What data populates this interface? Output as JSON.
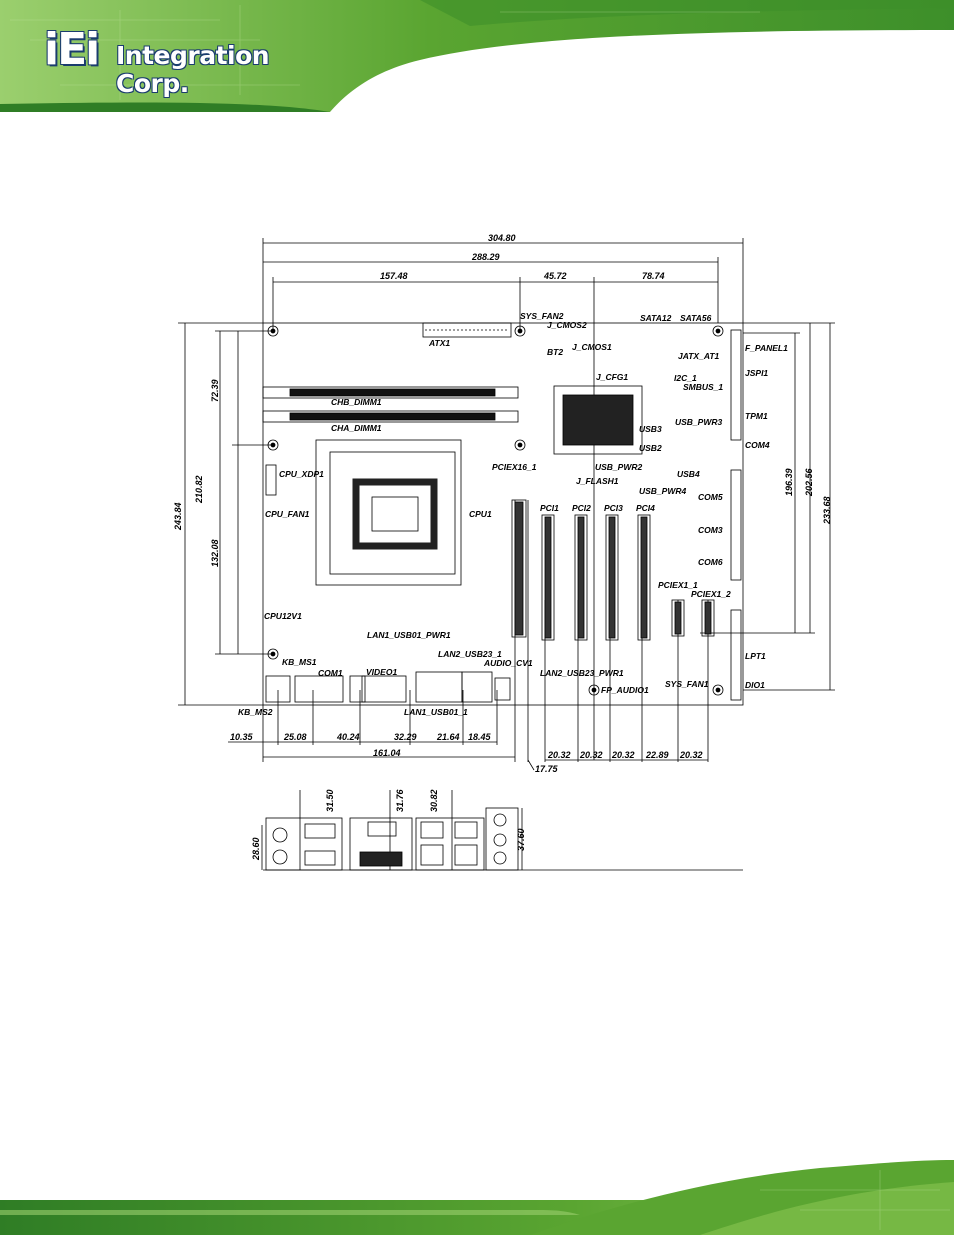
{
  "brand": {
    "logo_mark": "iEi",
    "logo_text": "Integration Corp.",
    "colors": {
      "green": "#5aa531",
      "dark_green": "#2f7d25",
      "navy": "#1a3c6e"
    }
  },
  "dimensions": {
    "top": [
      "304.80",
      "288.29",
      "157.48",
      "45.72",
      "78.74"
    ],
    "left": [
      "243.84",
      "210.82",
      "72.39",
      "132.08"
    ],
    "right": [
      "196.39",
      "202.56",
      "233.68"
    ],
    "bottom_row": [
      "10.35",
      "25.08",
      "40.24",
      "32.29",
      "21.64",
      "18.45"
    ],
    "bottom_slots": [
      "20.32",
      "20.32",
      "20.32",
      "22.89",
      "20.32"
    ],
    "bottom_total": "161.04",
    "bottom_pcie": "17.75",
    "io_panel": [
      "28.60",
      "31.50",
      "31.76",
      "30.82",
      "37.60"
    ]
  },
  "labels": {
    "sys_fan2": "SYS_FAN2",
    "j_cmos2": "J_CMOS2",
    "bt2": "BT2",
    "j_cmos1": "J_CMOS1",
    "sata12": "SATA12",
    "sata56": "SATA56",
    "atx1": "ATX1",
    "f_panel1": "F_PANEL1",
    "jatx_at1": "JATX_AT1",
    "i2c_1": "I2C_1",
    "jspi1": "JSPI1",
    "smbus_1": "SMBUS_1",
    "j_cfg1": "J_CFG1",
    "chb_dimm1": "CHB_DIMM1",
    "cha_dimm1": "CHA_DIMM1",
    "tpm1": "TPM1",
    "usb3": "USB3",
    "usb_pwr3": "USB_PWR3",
    "usb2": "USB2",
    "com4": "COM4",
    "cpu_xdp1": "CPU_XDP1",
    "pciex16_1": "PCIEX16_1",
    "usb_pwr2": "USB_PWR2",
    "usb4": "USB4",
    "j_flash1": "J_FLASH1",
    "usb_pwr4": "USB_PWR4",
    "com5": "COM5",
    "cpu_fan1": "CPU_FAN1",
    "cpu1": "CPU1",
    "pci1": "PCI1",
    "pci2": "PCI2",
    "pci3": "PCI3",
    "pci4": "PCI4",
    "com3": "COM3",
    "com6": "COM6",
    "pciex1_1": "PCIEX1_1",
    "pciex1_2": "PCIEX1_2",
    "cpu12v1": "CPU12V1",
    "lan1_usb01_pwr1": "LAN1_USB01_PWR1",
    "lan2_usb23_1": "LAN2_USB23_1",
    "lpt1": "LPT1",
    "kb_ms1": "KB_MS1",
    "com1": "COM1",
    "video1": "VIDEO1",
    "audio_cv1": "AUDIO_CV1",
    "lan2_usb23_pwr1": "LAN2_USB23_PWR1",
    "sys_fan1": "SYS_FAN1",
    "fp_audio1": "FP_AUDIO1",
    "dio1": "DIO1",
    "kb_ms2": "KB_MS2",
    "lan1_usb01_1": "LAN1_USB01_1"
  }
}
